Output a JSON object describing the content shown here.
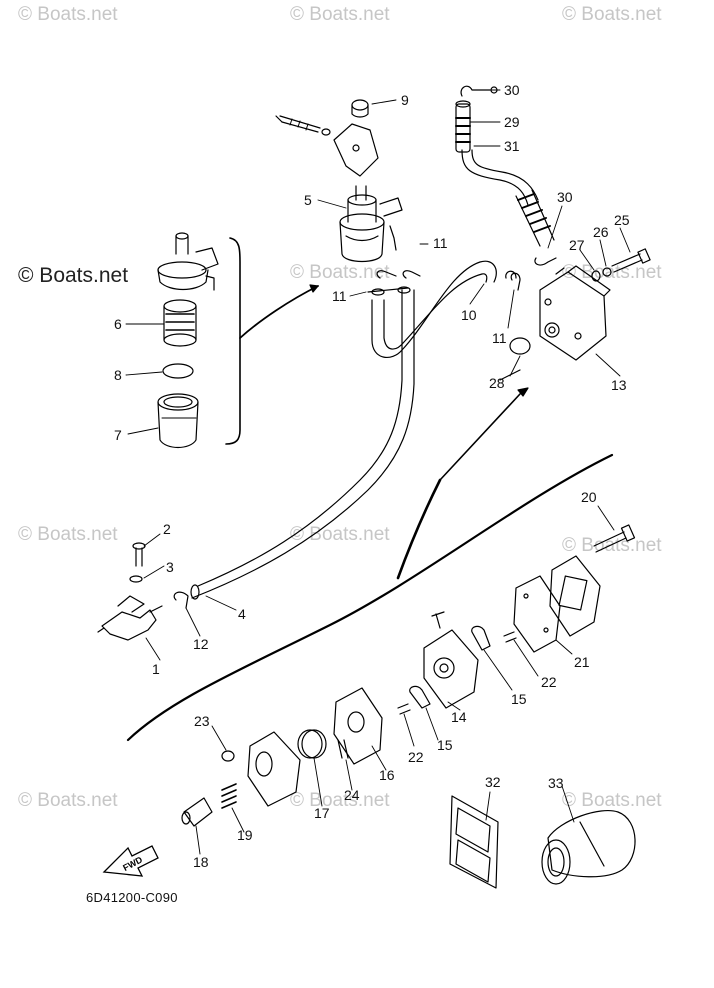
{
  "watermark": "© Boats.net",
  "brand_mark": "© Boats.net",
  "diagram_code": "6D41200-C090",
  "fwd_label": "FWD",
  "callouts": [
    "30",
    "29",
    "31",
    "9",
    "5",
    "11",
    "11",
    "30",
    "27",
    "26",
    "25",
    "10",
    "11",
    "6",
    "8",
    "28",
    "13",
    "7",
    "2",
    "3",
    "20",
    "4",
    "12",
    "1",
    "21",
    "22",
    "15",
    "14",
    "23",
    "22",
    "15",
    "16",
    "24",
    "17",
    "19",
    "18",
    "32",
    "33"
  ],
  "colors": {
    "line": "#000000",
    "watermark": "#c6c6c6",
    "paper": "#ffffff"
  }
}
